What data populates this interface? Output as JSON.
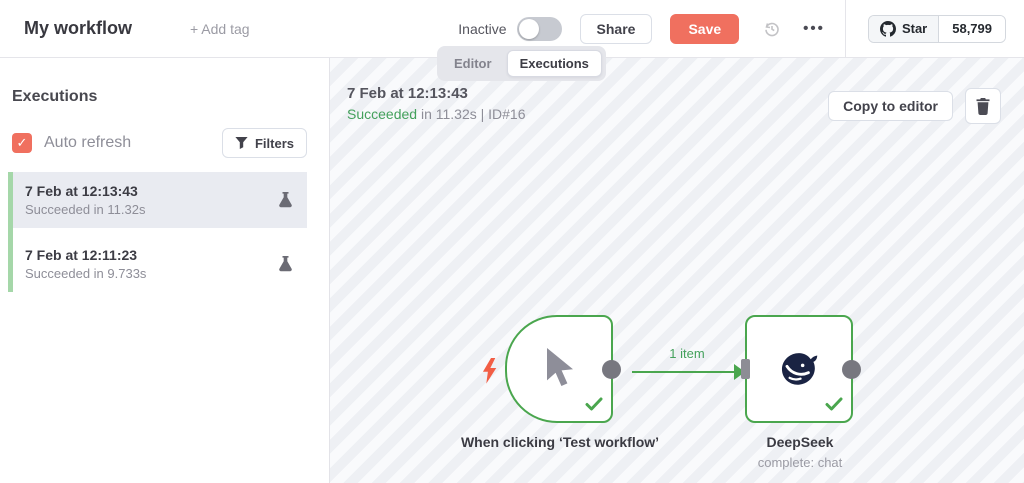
{
  "header": {
    "title": "My workflow",
    "add_tag_label": "+ Add tag",
    "status_label": "Inactive",
    "share_label": "Share",
    "save_label": "Save",
    "github": {
      "star_label": "Star",
      "star_count": "58,799"
    }
  },
  "tabs": [
    {
      "label": "Editor",
      "active": false
    },
    {
      "label": "Executions",
      "active": true
    }
  ],
  "sidebar": {
    "heading": "Executions",
    "auto_refresh_label": "Auto refresh",
    "auto_refresh_checked": true,
    "filters_label": "Filters",
    "executions": [
      {
        "date": "7 Feb at 12:13:43",
        "status": "Succeeded in 11.32s",
        "selected": true
      },
      {
        "date": "7 Feb at 12:11:23",
        "status": "Succeeded in 9.733s",
        "selected": false
      }
    ]
  },
  "canvas": {
    "execution_date": "7 Feb at 12:13:43",
    "status_word": "Succeeded",
    "status_rest": " in 11.32s | ID#16",
    "copy_to_editor_label": "Copy to editor",
    "connection_label": "1 item",
    "nodes": [
      {
        "name": "When clicking ‘Test workflow’",
        "type": "manual-trigger",
        "status": "success"
      },
      {
        "name": "DeepSeek",
        "subtitle": "complete: chat",
        "type": "deepseek",
        "status": "success"
      }
    ]
  },
  "colors": {
    "accent": "#f0705f",
    "success": "#4aa64e",
    "success_text": "#44a15c",
    "execution_bar": "#a5d7a9",
    "selected_row_bg": "#e9ebf1",
    "whale_navy": "#1a2343",
    "connector_gray": "#77777f"
  }
}
